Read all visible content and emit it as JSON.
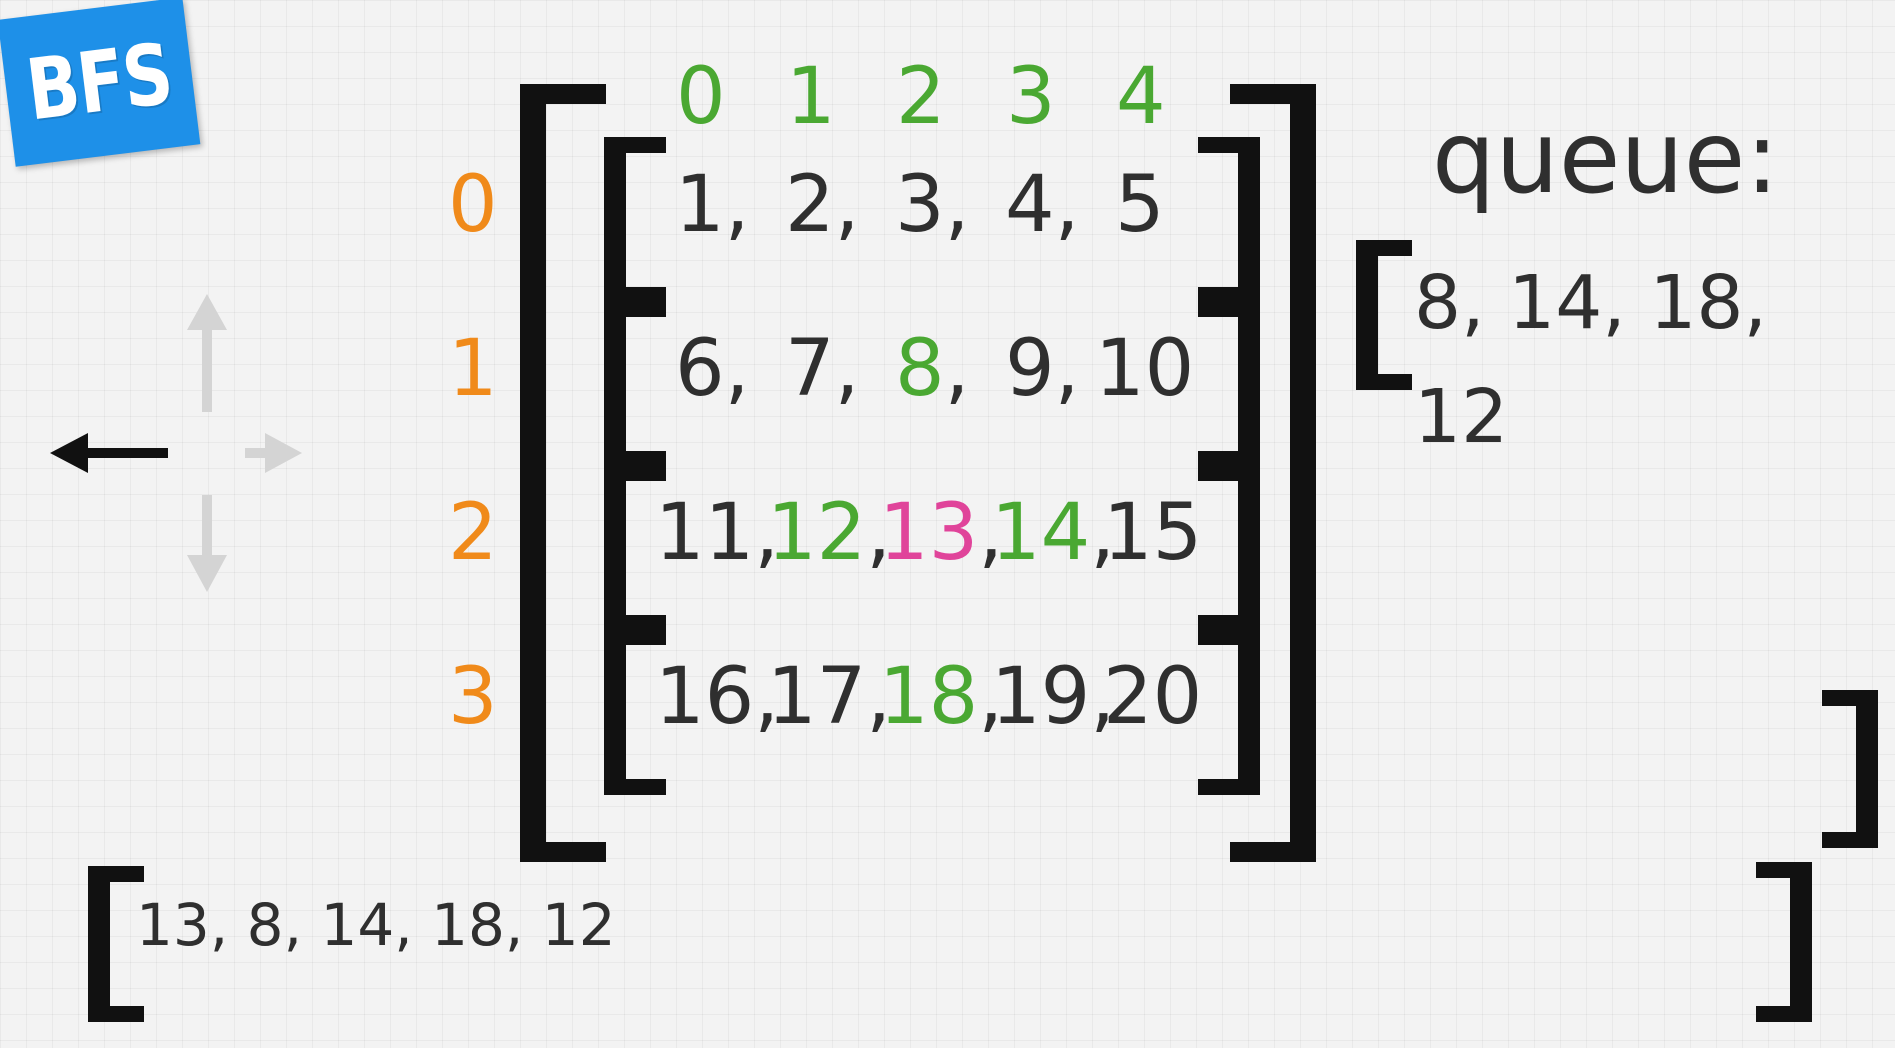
{
  "badge": {
    "label": "BFS"
  },
  "colors": {
    "index": "#f08a1a",
    "highlight": "#4aa832",
    "current": "#e0449a",
    "text": "#2f2f2f",
    "badge": "#1e90e8"
  },
  "matrix": {
    "col_indices": [
      "0",
      "1",
      "2",
      "3",
      "4"
    ],
    "row_indices": [
      "0",
      "1",
      "2",
      "3"
    ],
    "rows": [
      {
        "cells": [
          {
            "value": "1",
            "sep": ",",
            "state": "normal"
          },
          {
            "value": "2",
            "sep": ",",
            "state": "normal"
          },
          {
            "value": "3",
            "sep": ",",
            "state": "normal"
          },
          {
            "value": "4",
            "sep": ",",
            "state": "normal"
          },
          {
            "value": "5",
            "sep": "",
            "state": "normal"
          }
        ]
      },
      {
        "cells": [
          {
            "value": "6",
            "sep": ",",
            "state": "normal"
          },
          {
            "value": "7",
            "sep": ",",
            "state": "normal"
          },
          {
            "value": "8",
            "sep": ",",
            "state": "queued"
          },
          {
            "value": "9",
            "sep": ",",
            "state": "normal"
          },
          {
            "value": "10",
            "sep": "",
            "state": "normal"
          }
        ]
      },
      {
        "cells": [
          {
            "value": "11",
            "sep": ",",
            "state": "normal"
          },
          {
            "value": "12",
            "sep": ",",
            "state": "queued"
          },
          {
            "value": "13",
            "sep": ",",
            "state": "current"
          },
          {
            "value": "14",
            "sep": ",",
            "state": "queued"
          },
          {
            "value": "15",
            "sep": "",
            "state": "normal"
          }
        ]
      },
      {
        "cells": [
          {
            "value": "16",
            "sep": ",",
            "state": "normal"
          },
          {
            "value": "17",
            "sep": ",",
            "state": "normal"
          },
          {
            "value": "18",
            "sep": ",",
            "state": "queued"
          },
          {
            "value": "19",
            "sep": ",",
            "state": "normal"
          },
          {
            "value": "20",
            "sep": "",
            "state": "normal"
          }
        ]
      }
    ]
  },
  "directions": {
    "active": "left",
    "inactive": [
      "up",
      "right",
      "down"
    ]
  },
  "queue": {
    "label": "queue:",
    "line1": "8, 14, 18,",
    "line2": "12"
  },
  "visited": {
    "text": "13, 8, 14, 18, 12"
  }
}
